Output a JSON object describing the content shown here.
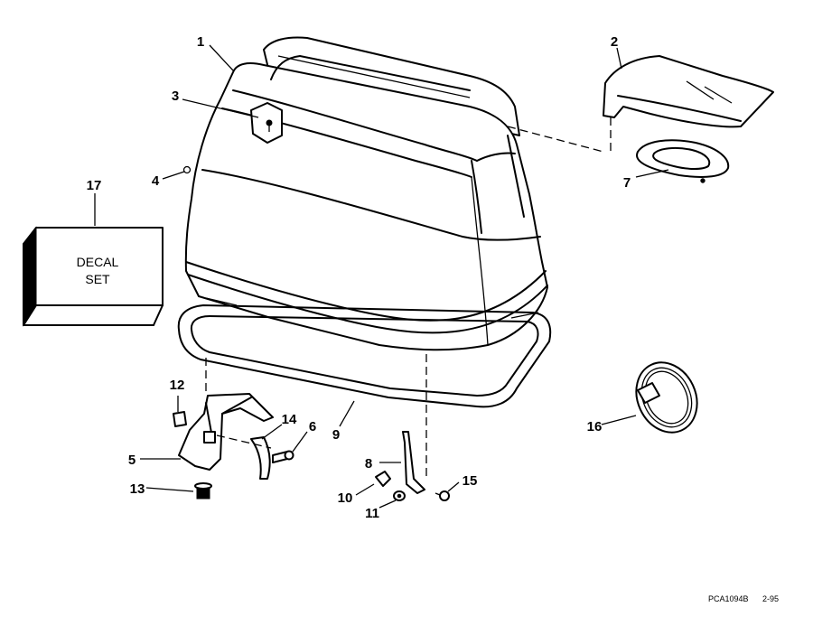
{
  "callouts": {
    "c1": "1",
    "c2": "2",
    "c3": "3",
    "c4": "4",
    "c5": "5",
    "c6": "6",
    "c7": "7",
    "c8": "8",
    "c9": "9",
    "c10": "10",
    "c11": "11",
    "c12": "12",
    "c13": "13",
    "c14": "14",
    "c15": "15",
    "c16": "16",
    "c17": "17"
  },
  "decal": {
    "line1": "DECAL",
    "line2": "SET"
  },
  "footer": {
    "code": "PCA1094B",
    "date": "2-95"
  }
}
